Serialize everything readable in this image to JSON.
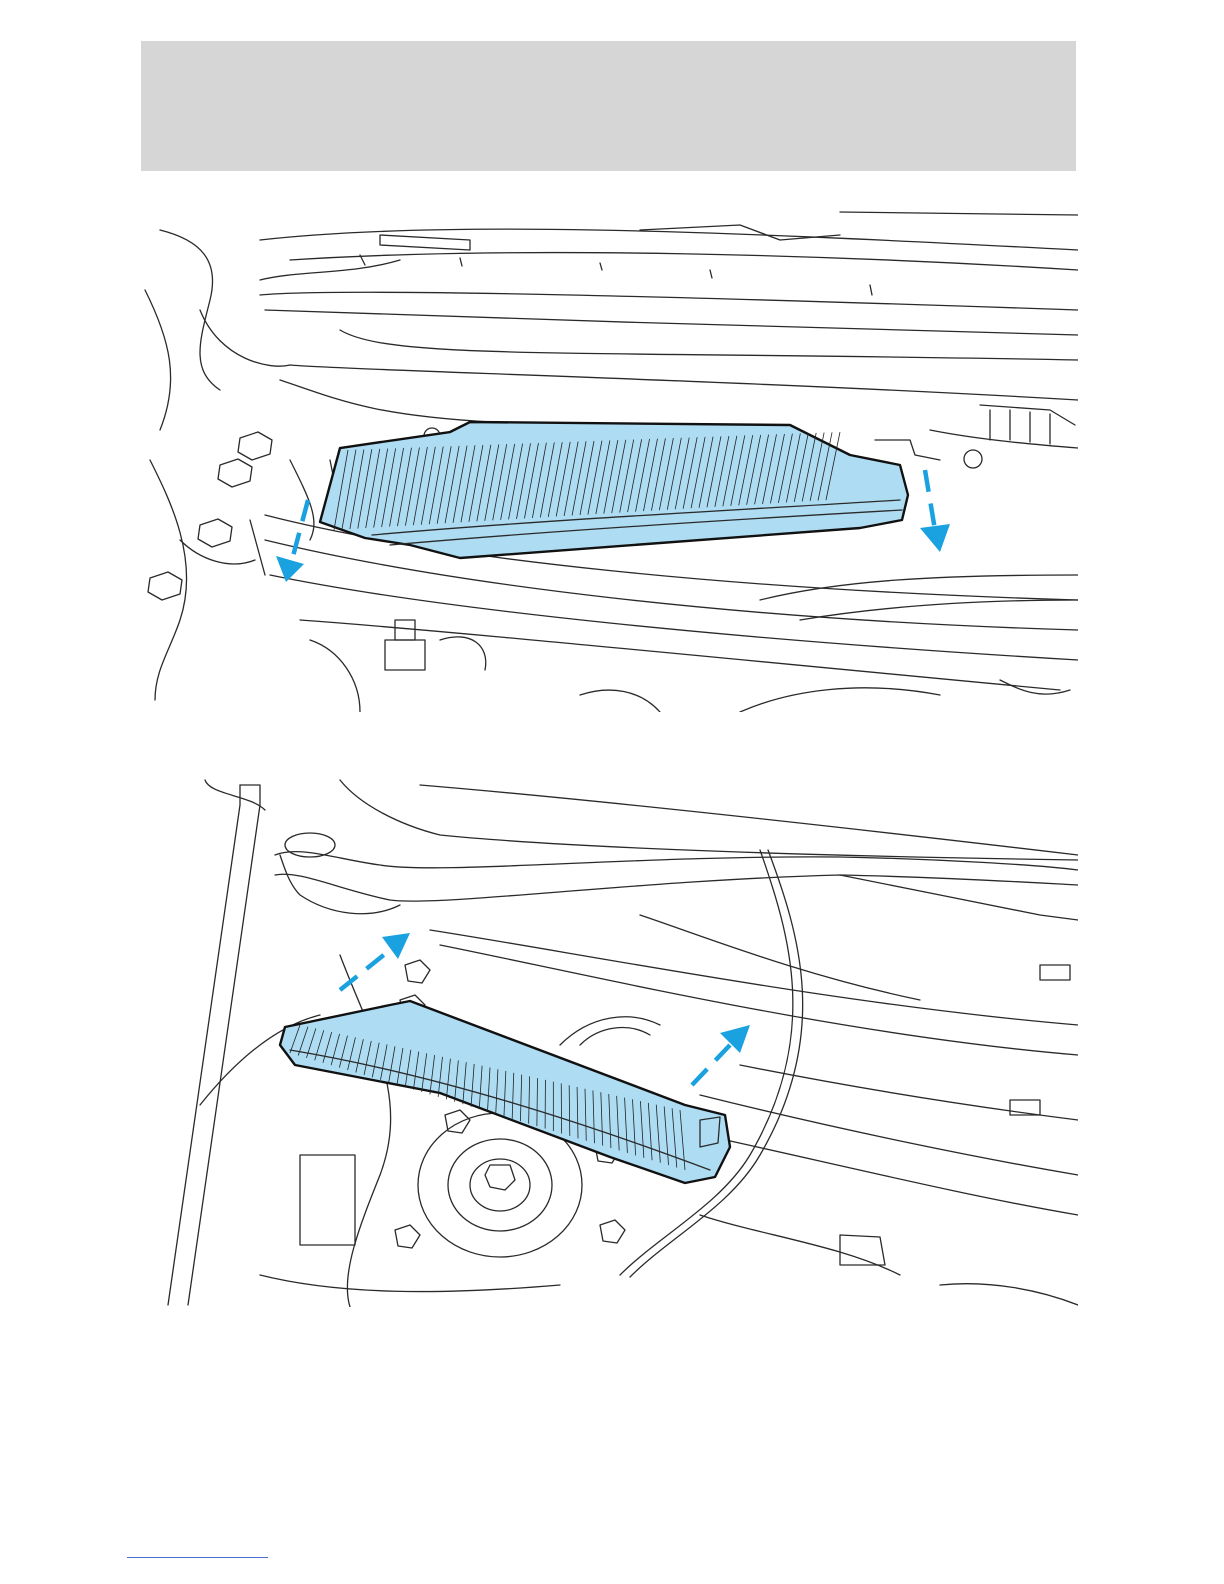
{
  "page": {
    "header_band_color": "#d6d6d6",
    "accent_color": "#1aa1e0",
    "filter_fill_color": "#aedcf2"
  },
  "illustrations": [
    {
      "name": "cabin-air-filter-removal",
      "arrow_direction": "down"
    },
    {
      "name": "cabin-air-filter-installation",
      "arrow_direction": "up"
    }
  ]
}
